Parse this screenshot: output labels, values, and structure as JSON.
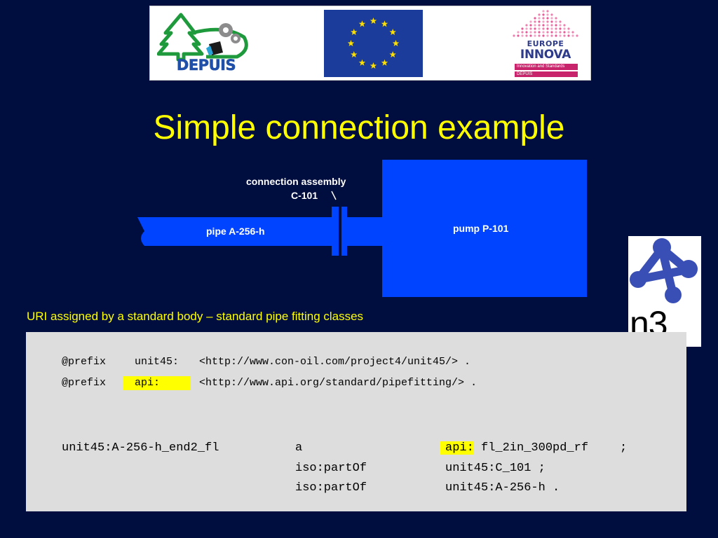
{
  "logos": {
    "left": "DEPUIS",
    "center": "European Union flag",
    "right_line1": "EUROPE",
    "right_line2": "INNOVA",
    "right_bar1": "Innovation and Standards",
    "right_bar2": "DEPUIS"
  },
  "title": "Simple connection example",
  "diagram": {
    "connection_label_line1": "connection assembly",
    "connection_label_line2": "C-101",
    "pipe_label": "pipe A-256-h",
    "pump_label": "pump P-101",
    "pipe_color": "#0044ff",
    "pump_color": "#0044ff"
  },
  "n3_logo": "n3",
  "caption": "URI assigned by a standard body – standard pipe fitting classes",
  "code": {
    "prefix1": {
      "keyword": "@prefix",
      "name": "unit45:",
      "uri": "<http://www.con-oil.com/project4/unit45/> ."
    },
    "prefix2": {
      "keyword": "@prefix",
      "name": "api:",
      "uri": "<http://www.api.org/standard/pipefitting/> ."
    },
    "subject": "unit45:A-256-h_end2_fl",
    "triples": [
      {
        "predicate": "a",
        "object_prefix": "api:",
        "object": "fl_2in_300pd_rf",
        "end": ";"
      },
      {
        "predicate": "iso:partOf",
        "object": "unit45:C_101 ;"
      },
      {
        "predicate": "iso:partOf",
        "object": "unit45:A-256-h ."
      }
    ],
    "highlight_color": "#ffff00",
    "panel_color": "#dddddd"
  }
}
